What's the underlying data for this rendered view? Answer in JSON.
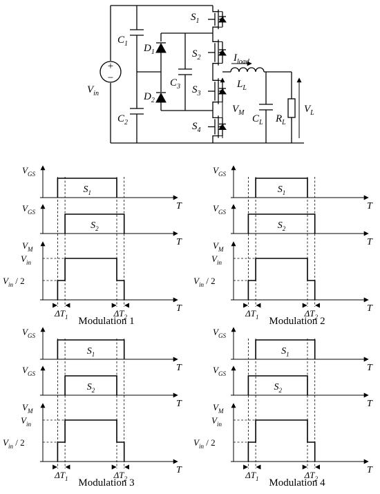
{
  "circuit": {
    "sources": {
      "main": "V",
      "main_sub": "in"
    },
    "capacitors": [
      {
        "main": "C",
        "sub": "1"
      },
      {
        "main": "C",
        "sub": "2"
      },
      {
        "main": "C",
        "sub": "3"
      },
      {
        "main": "C",
        "sub": "L"
      }
    ],
    "diodes": [
      {
        "main": "D",
        "sub": "1"
      },
      {
        "main": "D",
        "sub": "2"
      }
    ],
    "switches": [
      {
        "main": "S",
        "sub": "1"
      },
      {
        "main": "S",
        "sub": "2"
      },
      {
        "main": "S",
        "sub": "3"
      },
      {
        "main": "S",
        "sub": "4"
      }
    ],
    "inductor": {
      "main": "L",
      "sub": "L"
    },
    "load_current": {
      "main": "I",
      "sub": "load"
    },
    "resistor": {
      "main": "R",
      "sub": "L"
    },
    "node_voltage": {
      "main": "V",
      "sub": "M"
    },
    "load_voltage": {
      "main": "V",
      "sub": "L"
    },
    "source_plus": "+",
    "source_minus": "−"
  },
  "timing": {
    "vgs": {
      "main": "V",
      "sub": "GS"
    },
    "vm": {
      "main": "V",
      "sub": "M"
    },
    "time_label": "T",
    "s1": {
      "main": "S",
      "sub": "1"
    },
    "s2": {
      "main": "S",
      "sub": "2"
    },
    "vin": {
      "main": "V",
      "sub": "in"
    },
    "vin_half": {
      "main": "V",
      "sub": "in",
      "tail": " / 2"
    },
    "dt1": {
      "main": "ΔT",
      "sub": "1"
    },
    "dt2": {
      "main": "ΔT",
      "sub": "2"
    },
    "panels": [
      {
        "title": "Modulation 1",
        "s1_on": 2,
        "s1_off": 10,
        "s2_on": 3,
        "s2_off": 11,
        "vm_rise": 3,
        "vm_fall": 10
      },
      {
        "title": "Modulation 2",
        "s1_on": 3,
        "s1_off": 10,
        "s2_on": 2,
        "s2_off": 11,
        "vm_rise": 3,
        "vm_fall": 10
      },
      {
        "title": "Modulation 3",
        "s1_on": 2,
        "s1_off": 11,
        "s2_on": 3,
        "s2_off": 10,
        "vm_rise": 3,
        "vm_fall": 10
      },
      {
        "title": "Modulation 4",
        "s1_on": 3,
        "s1_off": 11,
        "s2_on": 2,
        "s2_off": 10,
        "vm_rise": 3,
        "vm_fall": 10
      }
    ]
  }
}
